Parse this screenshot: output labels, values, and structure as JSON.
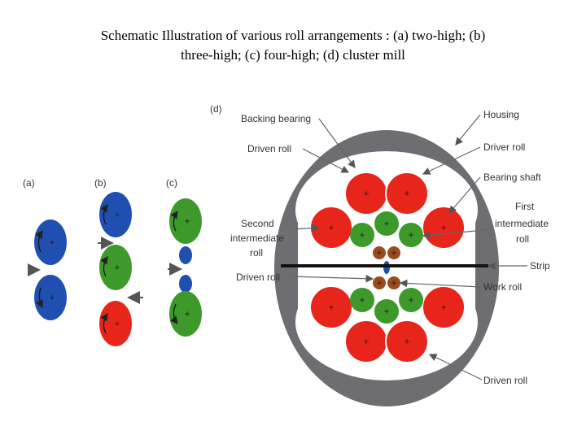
{
  "title": {
    "line1": "Schematic Illustration of various roll arrangements : (a) two-high; (b)",
    "line2": "three-high; (c) four-high; (d) cluster mill"
  },
  "panels": {
    "a": "(a)",
    "b": "(b)",
    "c": "(c)",
    "d": "(d)"
  },
  "labels": {
    "backing_bearing": "Backing  bearing",
    "driven_roll_top": "Driven  roll",
    "second_intermediate_roll": [
      "Second",
      "intermediate",
      "roll"
    ],
    "driven_roll_mid": "Driven  roll",
    "housing": "Housing",
    "driver_roll": "Driver  roll",
    "bearing_shaft": "Bearing  shaft",
    "first_intermediate_roll": [
      "First",
      "intermediate",
      "roll"
    ],
    "strip": "Strip",
    "work_roll": "Work  roll",
    "driven_roll_bottom": "Driven  roll"
  },
  "roll_symbol": "+",
  "colors": {
    "blue": "#1f4fb0",
    "green": "#3d9a2a",
    "red": "#e8251b",
    "brown": "#9a4a1c",
    "housing": "#6e6e72"
  }
}
